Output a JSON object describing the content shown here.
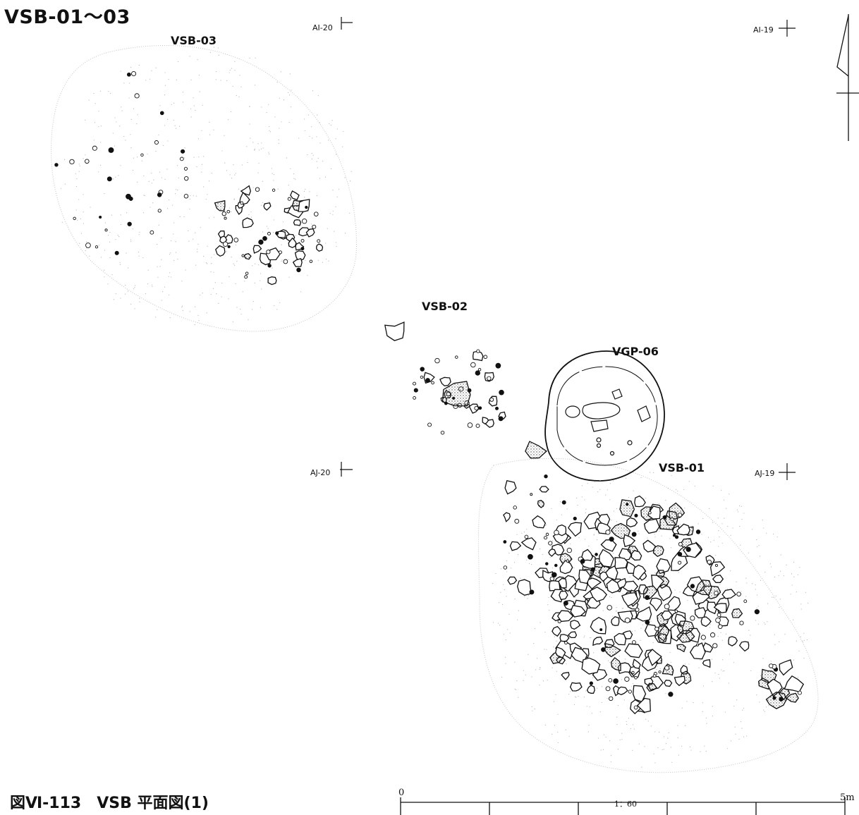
{
  "figure": {
    "title": "ⅤSB-01～03",
    "caption": "図Ⅵ-113　ⅤSB 平面図(1)"
  },
  "feature_labels": {
    "sb03": "ⅤSB-03",
    "sb02": "ⅤSB-02",
    "gp06": "ⅤGP-06",
    "sb01": "ⅤSB-01"
  },
  "grid_points": {
    "ai20": "AI-20",
    "ai19": "AI-19",
    "aj20": "AJ-20",
    "aj19": "AJ-19"
  },
  "scale_bar": {
    "start_label": "0",
    "end_label": "5m",
    "ratio": "1：60",
    "length_m": 5,
    "divisions": 5
  },
  "colors": {
    "ink": "#111111",
    "scatter_dots": "#b8b8b8",
    "hatching": "#444444"
  }
}
